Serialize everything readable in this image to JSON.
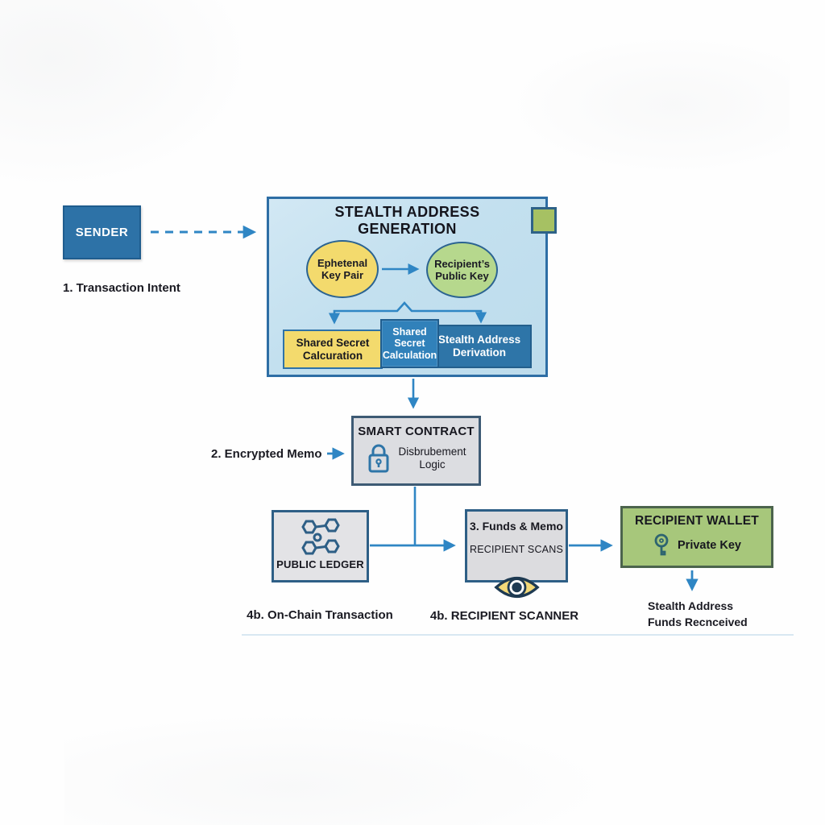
{
  "diagram_title": "Stealth Address Generation flow diagram",
  "colors": {
    "accent_blue": "#2e75a8",
    "arrow_blue": "#2f86c4",
    "light_blue_panel": "#c3e0ef",
    "yellow": "#f3da6d",
    "green_node": "#b6d88d",
    "wallet_green": "#a7c77b",
    "gray_box": "#dcdde1",
    "dark_navy": "#1e3a52",
    "dark_text": "#17171f"
  },
  "sender": {
    "label": "SENDER"
  },
  "steps": {
    "step1": "1. Transaction Intent",
    "step2": "2. Encrypted Memo",
    "step4b_onchain": "4b. On-Chain Transaction",
    "step4b_scanner": "4b. RECIPIENT SCANNER"
  },
  "generation": {
    "title": "STEALTH ADDRESS\nGENERATION",
    "ephemeral_ellipse": "Ephetenal\nKey Pair",
    "recipient_ellipse": "Recipient’s\nPublic Key",
    "shared_secret_yellow": "Shared Secret\nCalcuration",
    "shared_secret_blue": "Shared\nSecret\nCalculation",
    "derivation": "Stealth Address\nDerivation"
  },
  "smart_contract": {
    "title": "SMART CONTRACT",
    "body": "Disbrubement\nLogic",
    "icon": "lock-icon"
  },
  "public_ledger": {
    "label": "PUBLIC LEDGER",
    "icon": "blockchain-nodes-icon"
  },
  "recipient_scanner": {
    "line1": "3. Funds & Memo",
    "line2": "RECIPIENT SCANS",
    "icon": "eye-icon"
  },
  "recipient_wallet": {
    "title": "RECIPIENT WALLET",
    "key_label": "Private Key",
    "icon": "key-icon"
  },
  "received_note": "Stealth Address\nFunds Recnceived"
}
